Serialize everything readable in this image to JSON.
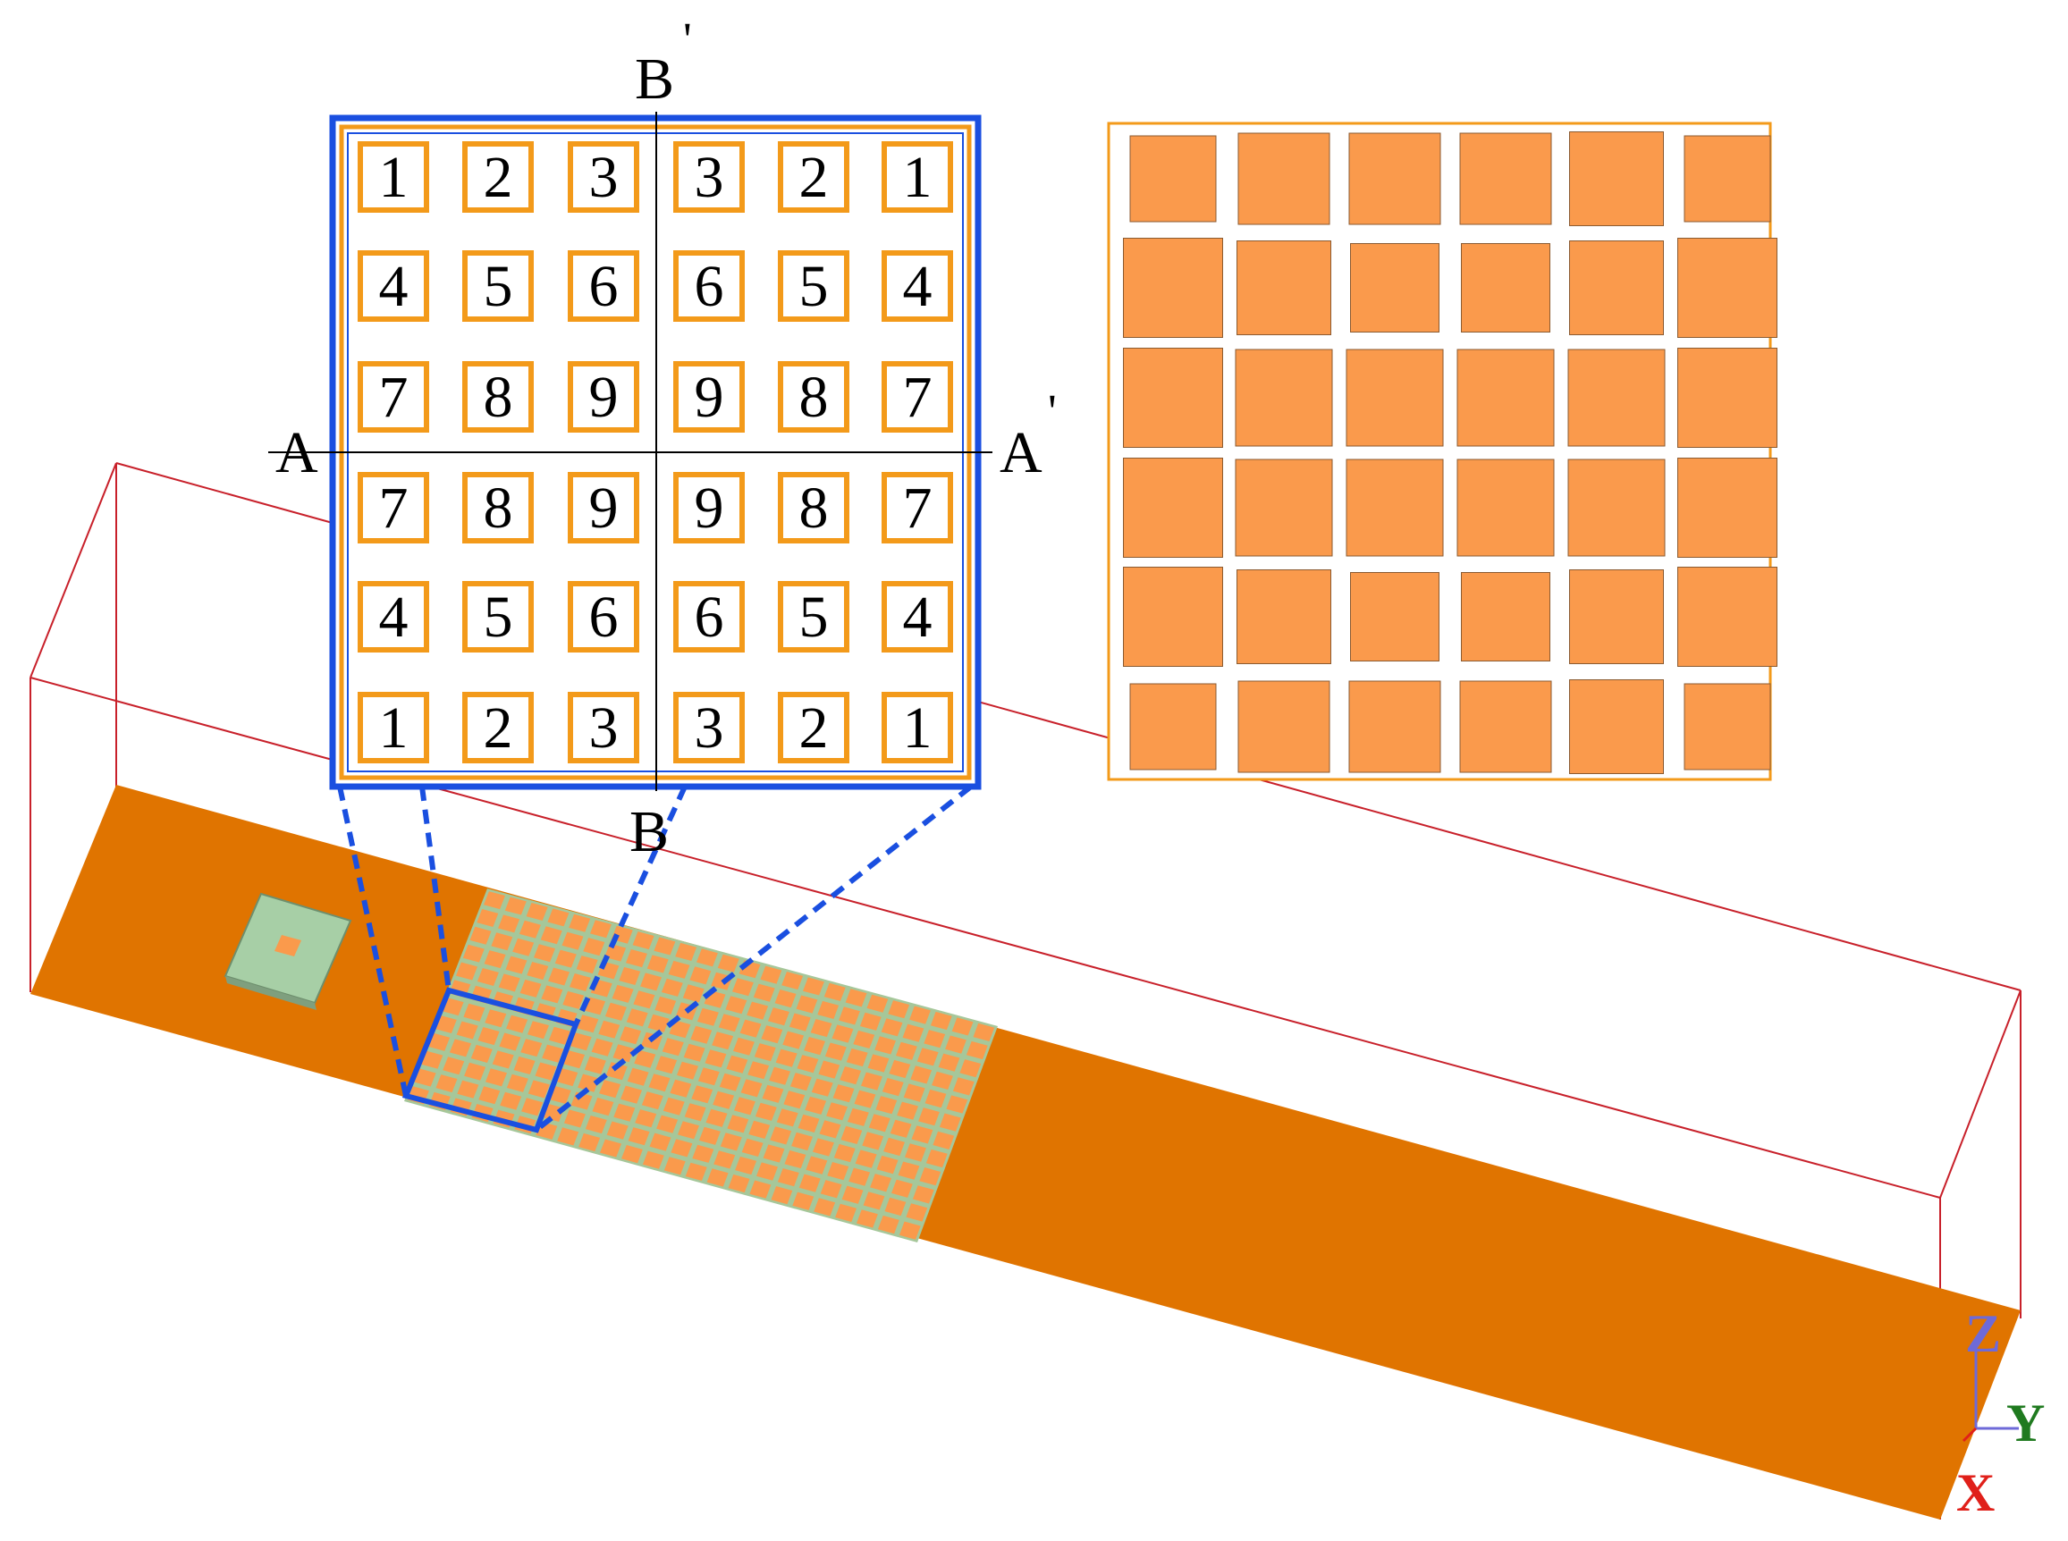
{
  "colors": {
    "substrate": "#e07400",
    "patch_fill": "#fa9a4c",
    "patch_border": "#f39a1a",
    "zoom_frame": "#1a4fe0",
    "box_edge": "#c8202a",
    "feed_fill": "#a7cfa6",
    "grid_line": "#a6c79a",
    "axis_x": "#e0201a",
    "axis_y": "#1f7a1f",
    "axis_z": "#6e6ad8"
  },
  "unit_cell_grid": [
    [
      "1",
      "2",
      "3",
      "3",
      "2",
      "1"
    ],
    [
      "4",
      "5",
      "6",
      "6",
      "5",
      "4"
    ],
    [
      "7",
      "8",
      "9",
      "9",
      "8",
      "7"
    ],
    [
      "7",
      "8",
      "9",
      "9",
      "8",
      "7"
    ],
    [
      "4",
      "5",
      "6",
      "6",
      "5",
      "4"
    ],
    [
      "1",
      "2",
      "3",
      "3",
      "2",
      "1"
    ]
  ],
  "patch_grid": [
    [
      64,
      68,
      68,
      68,
      70,
      64
    ],
    [
      74,
      70,
      66,
      66,
      70,
      74
    ],
    [
      74,
      72,
      72,
      72,
      72,
      74
    ],
    [
      74,
      72,
      72,
      72,
      72,
      74
    ],
    [
      74,
      70,
      66,
      66,
      70,
      74
    ],
    [
      64,
      68,
      68,
      68,
      70,
      64
    ]
  ],
  "section_labels": {
    "a": "A",
    "a_prime": "A",
    "b_top": "B",
    "b_bottom": "B",
    "prime_mark": "'"
  },
  "axes": {
    "x": "X",
    "y": "Y",
    "z": "Z"
  }
}
